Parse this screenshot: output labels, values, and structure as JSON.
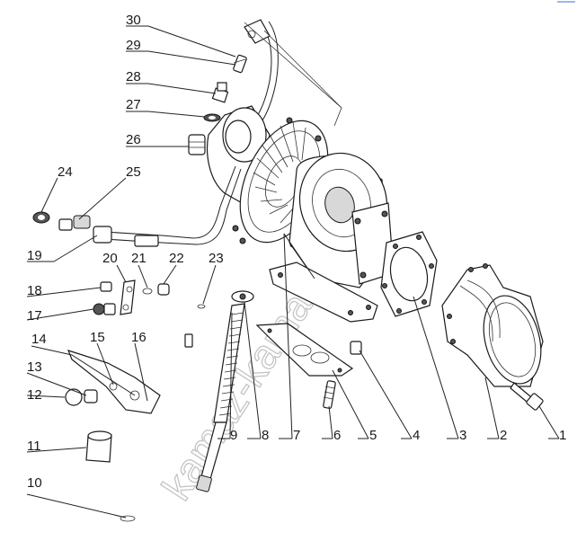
{
  "watermark": "kamaz-kama.ru",
  "part_numbers": [
    {
      "id": "1",
      "label": "1"
    },
    {
      "id": "2",
      "label": "2"
    },
    {
      "id": "3",
      "label": "3"
    },
    {
      "id": "4",
      "label": "4"
    },
    {
      "id": "5",
      "label": "5"
    },
    {
      "id": "6",
      "label": "6"
    },
    {
      "id": "7",
      "label": "7"
    },
    {
      "id": "8",
      "label": "8"
    },
    {
      "id": "9",
      "label": "9"
    },
    {
      "id": "10",
      "label": "10"
    },
    {
      "id": "11",
      "label": "11"
    },
    {
      "id": "12",
      "label": "12"
    },
    {
      "id": "13",
      "label": "13"
    },
    {
      "id": "14",
      "label": "14"
    },
    {
      "id": "15",
      "label": "15"
    },
    {
      "id": "16",
      "label": "16"
    },
    {
      "id": "17",
      "label": "17"
    },
    {
      "id": "18",
      "label": "18"
    },
    {
      "id": "19",
      "label": "19"
    },
    {
      "id": "20",
      "label": "20"
    },
    {
      "id": "21",
      "label": "21"
    },
    {
      "id": "22",
      "label": "22"
    },
    {
      "id": "23",
      "label": "23"
    },
    {
      "id": "24",
      "label": "24"
    },
    {
      "id": "25",
      "label": "25"
    },
    {
      "id": "26",
      "label": "26"
    },
    {
      "id": "27",
      "label": "27"
    },
    {
      "id": "28",
      "label": "28"
    },
    {
      "id": "29",
      "label": "29"
    },
    {
      "id": "30",
      "label": "30"
    }
  ]
}
